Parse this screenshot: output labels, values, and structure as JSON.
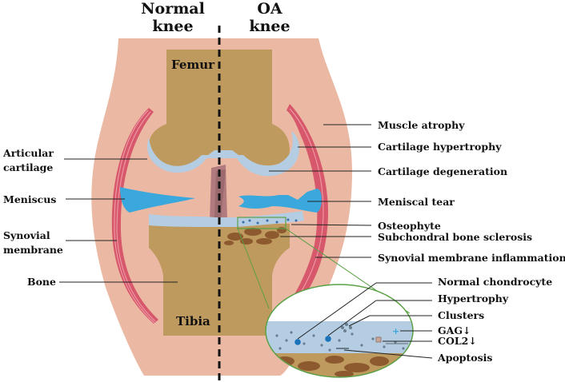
{
  "headers": {
    "normal": [
      "Normal",
      "knee"
    ],
    "oa": [
      "OA",
      "knee"
    ]
  },
  "bones": {
    "femur": "Femur",
    "tibia": "Tibia"
  },
  "left_labels": {
    "articular_cartilage": [
      "Articular",
      "cartilage"
    ],
    "meniscus": "Meniscus",
    "synovial_membrane": [
      "Synovial",
      "membrane"
    ],
    "bone": "Bone"
  },
  "right_labels": {
    "muscle_atrophy": "Muscle atrophy",
    "cartilage_hypertrophy": "Cartilage hypertrophy",
    "cartilage_degeneration": "Cartilage degeneration",
    "meniscal_tear": "Meniscal tear",
    "osteophyte": "Osteophyte",
    "subchondral_bone_sclerosis": "Subchondral bone sclerosis",
    "synovial_membrane_inflammation": "Synovial membrane inflammation"
  },
  "zoom_labels": {
    "normal_chondrocyte": "Normal chondrocyte",
    "hypertrophy": "Hypertrophy",
    "clusters": "Clusters",
    "gag": "GAG↓",
    "col2": "COL2↓",
    "apoptosis": "Apoptosis"
  },
  "colors": {
    "skin": "#ebb9a3",
    "bone": "#bf9a5f",
    "cartilage": "#b4cde3",
    "meniscus": "#3aa8dc",
    "muscle": "#d8586b",
    "ligament": "#b07a7e",
    "sclerosis": "#8c5a2e",
    "zoom_border": "#5aa046"
  }
}
